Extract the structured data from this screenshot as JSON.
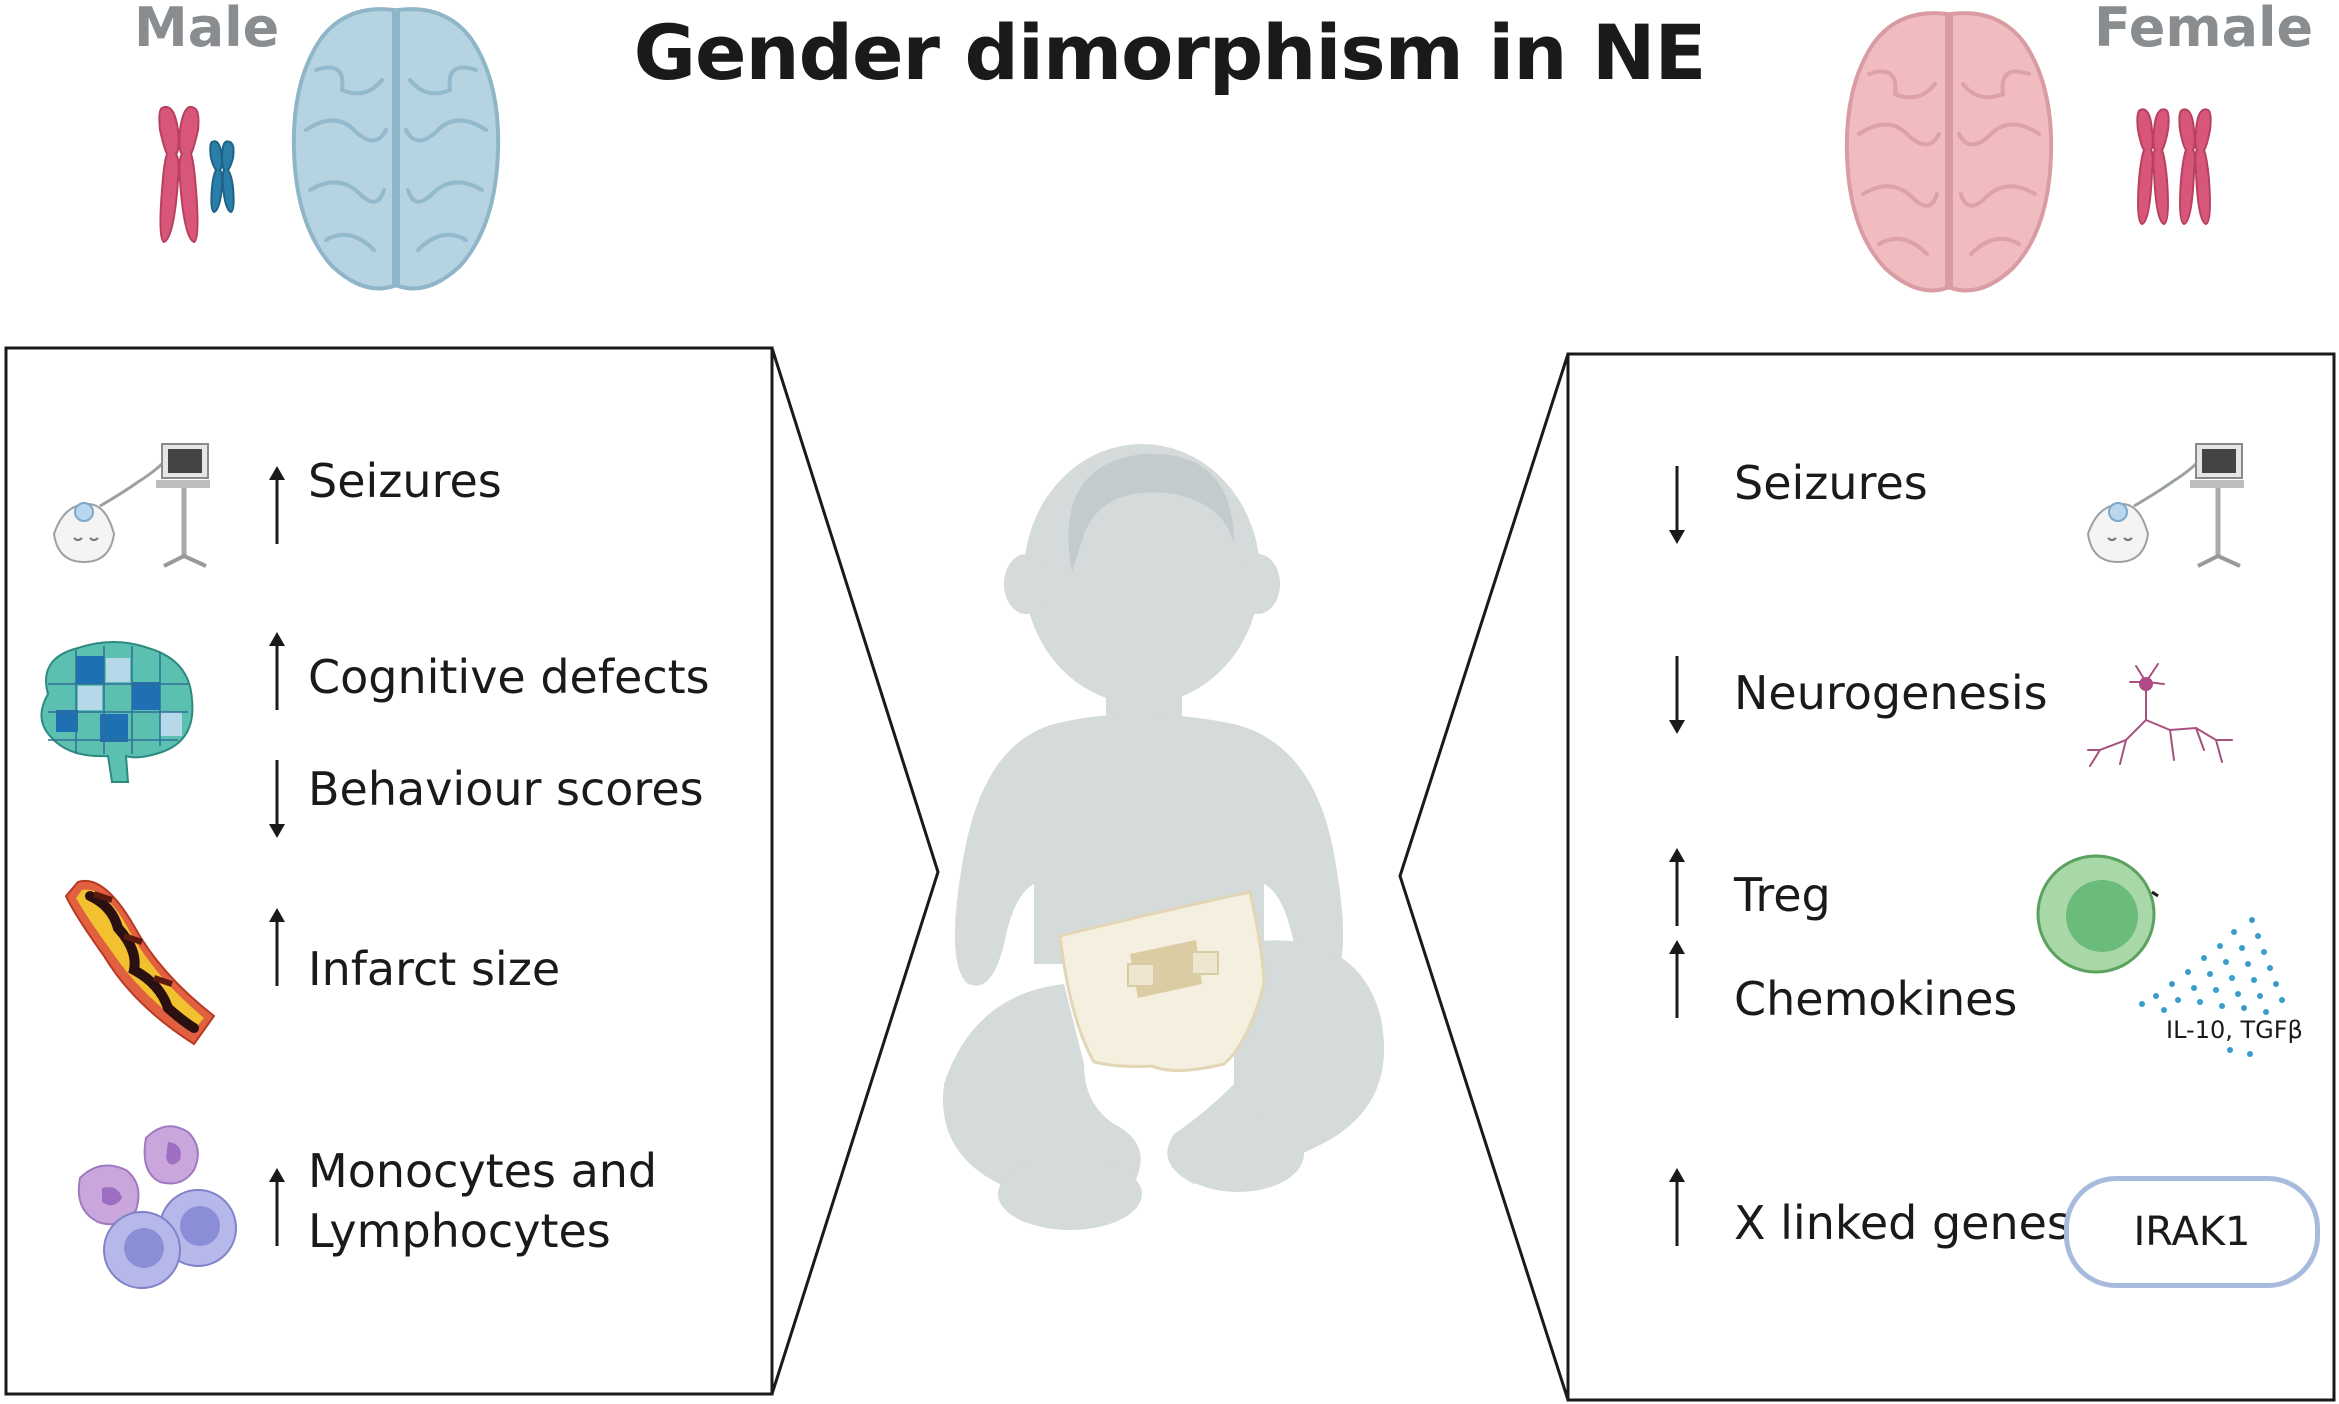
{
  "title": "Gender dimorphism in NE",
  "male": {
    "label": "Male",
    "items": [
      {
        "label": "Seizures",
        "direction": "up",
        "icon": "eeg-monitor-icon"
      },
      {
        "label": "Cognitive defects",
        "direction": "up",
        "icon": "puzzle-brain-icon"
      },
      {
        "label": "Behaviour scores",
        "direction": "down",
        "icon": "puzzle-brain-icon"
      },
      {
        "label": "Infarct size",
        "direction": "up",
        "icon": "blood-vessel-clot-icon"
      },
      {
        "label": "Monocytes and",
        "label2": "Lymphocytes",
        "direction": "up",
        "icon": "immune-cells-icon"
      }
    ]
  },
  "female": {
    "label": "Female",
    "items": [
      {
        "label": "Seizures",
        "direction": "down",
        "icon": "eeg-monitor-icon"
      },
      {
        "label": "Neurogenesis",
        "direction": "down",
        "icon": "neuron-icon"
      },
      {
        "label": "Treg",
        "direction": "up",
        "icon": "treg-cell-icon"
      },
      {
        "label": "Chemokines",
        "direction": "up",
        "icon": "cytokine-dots-icon"
      },
      {
        "label": "X linked genes",
        "direction": "up",
        "icon": "gene-badge"
      }
    ],
    "cytokines": "IL-10, TGFβ",
    "gene": "IRAK1"
  },
  "colors": {
    "male_brain": "#b5d3e0",
    "female_brain": "#f0bcc0",
    "chromosome_x": "#d8567a",
    "chromosome_y": "#2b7ea8",
    "infant": "#d5dadb"
  }
}
